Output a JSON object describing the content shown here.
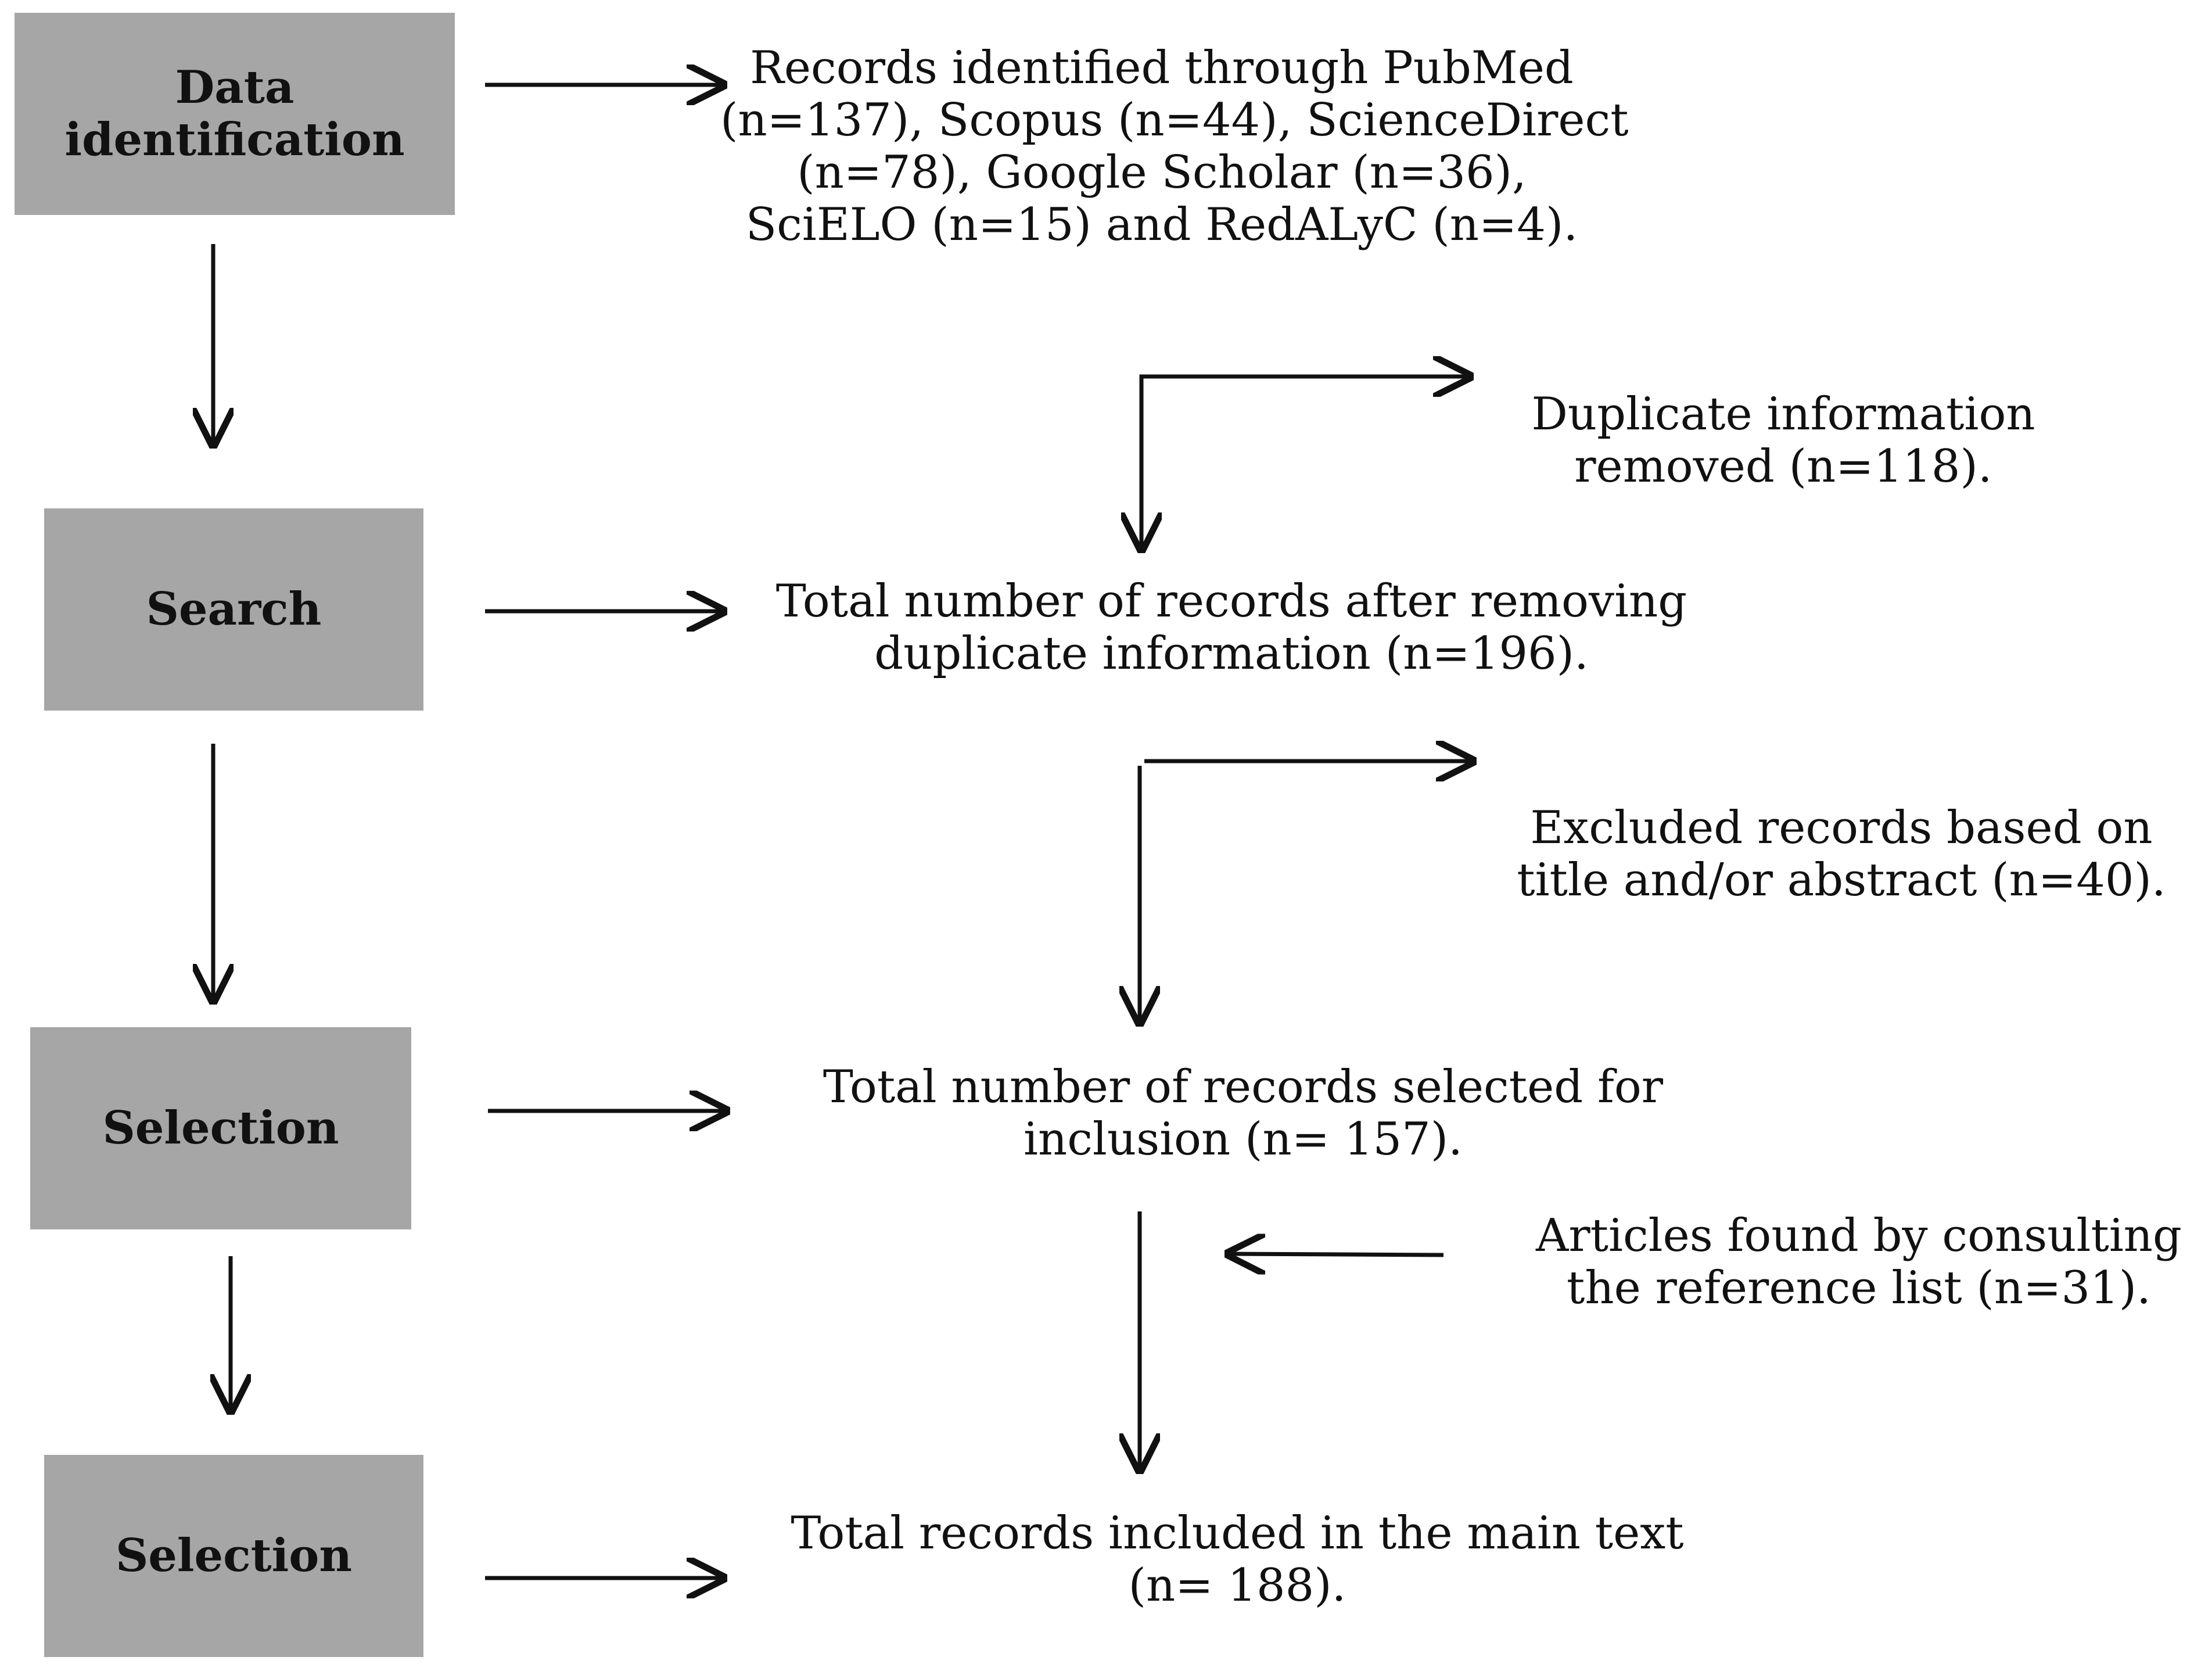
{
  "stages": [
    {
      "id": "data-identification",
      "label": "Data\nidentification"
    },
    {
      "id": "search",
      "label": "Search"
    },
    {
      "id": "selection-1",
      "label": "Selection"
    },
    {
      "id": "selection-2",
      "label": "Selection"
    }
  ],
  "records_identified": [
    "Records identified through PubMed",
    "(n=137), Scopus (n=44), ScienceDirect",
    "(n=78), Google Scholar (n=36),",
    "SciELO (n=15) and RedALyC (n=4)."
  ],
  "duplicates_removed": [
    "Duplicate information",
    "removed (n=118)."
  ],
  "after_duplicates": [
    "Total number of records after removing",
    "duplicate information (n=196)."
  ],
  "excluded_records": [
    "Excluded records based on",
    "title and/or abstract (n=40)."
  ],
  "selected_for_inclusion": [
    "Total number of records selected for",
    "inclusion (n= 157)."
  ],
  "reference_list": [
    "Articles found by consulting",
    "the reference list (n=31)."
  ],
  "included_main_text": [
    "Total records included in the main text",
    "(n= 188)."
  ],
  "colors": {
    "stage_fill": "#a6a6a6",
    "line": "#111111"
  }
}
